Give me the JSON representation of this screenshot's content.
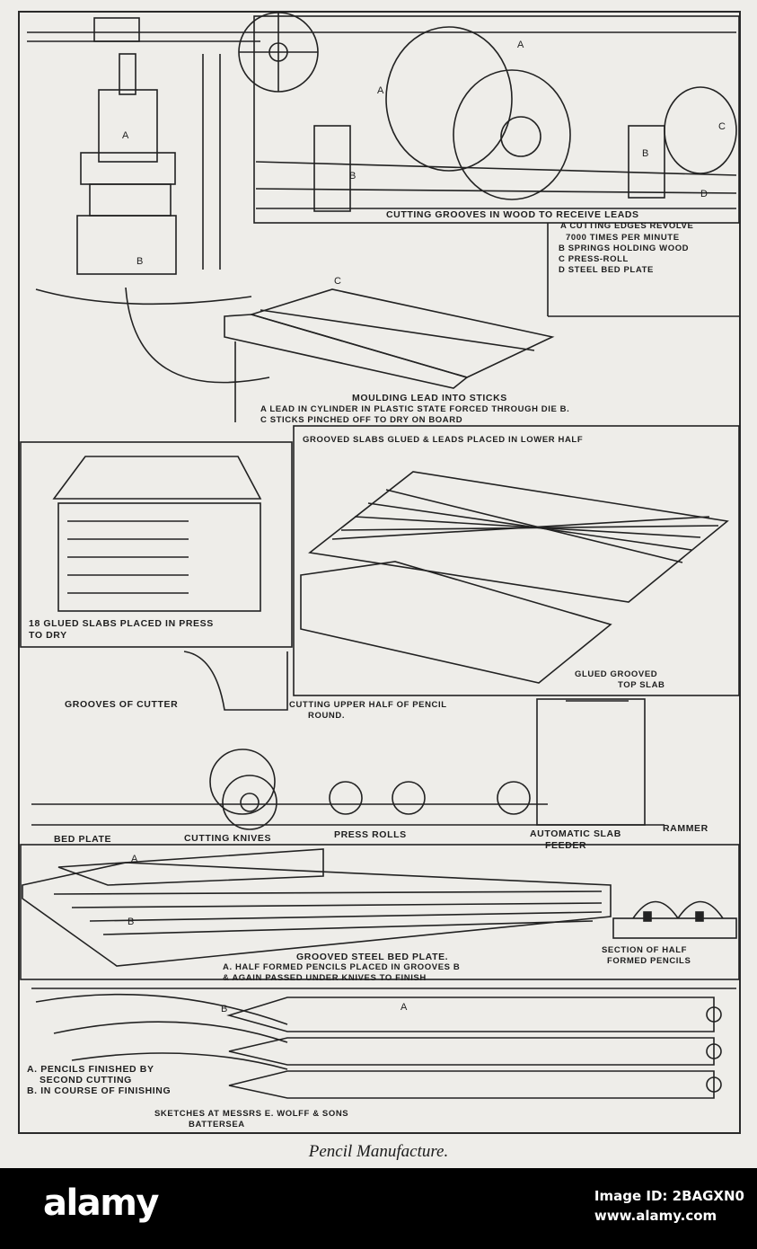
{
  "figure": {
    "caption": "Pencil Manufacture.",
    "panels": {
      "cutting_grooves": {
        "title": "CUTTING GROOVES IN WOOD TO RECEIVE LEADS",
        "notes": [
          "A CUTTING EDGES REVOLVE",
          "7000 TIMES PER MINUTE",
          "B SPRINGS HOLDING WOOD",
          "C PRESS-ROLL",
          "D STEEL BED PLATE"
        ],
        "letters": [
          "A",
          "A",
          "B",
          "B",
          "C",
          "D"
        ]
      },
      "moulding": {
        "title": "MOULDING LEAD INTO STICKS",
        "notes": [
          "A LEAD IN CYLINDER IN PLASTIC STATE FORCED THROUGH DIE B.",
          "C STICKS PINCHED OFF TO DRY ON BOARD"
        ],
        "letters": [
          "A",
          "B",
          "C"
        ]
      },
      "glued_slabs": {
        "title": "GROOVED SLABS GLUED & LEADS PLACED IN LOWER HALF",
        "top_slab": "GLUED GROOVED",
        "top_slab_2": "TOP SLAB"
      },
      "press": {
        "title": "18 GLUED SLABS PLACED IN PRESS",
        "title_2": "TO DRY"
      },
      "cutter": {
        "grooves_label": "GROOVES OF CUTTER",
        "upper_half_label": "CUTTING UPPER HALF OF PENCIL",
        "upper_half_label_2": "ROUND."
      },
      "machine": {
        "bed_plate": "BED PLATE",
        "cutting_knives": "CUTTING KNIVES",
        "press_rolls": "PRESS ROLLS",
        "slab_feeder": "AUTOMATIC SLAB",
        "slab_feeder_2": "FEEDER",
        "rammer": "RAMMER"
      },
      "bed_plate": {
        "title": "GROOVED STEEL BED PLATE.",
        "notes": [
          "A. HALF FORMED PENCILS PLACED IN GROOVES B",
          "& AGAIN PASSED UNDER KNIVES TO FINISH"
        ],
        "letters": [
          "A",
          "B"
        ],
        "section_label": "SECTION OF HALF",
        "section_label_2": "FORMED PENCILS"
      },
      "finishing": {
        "notes": [
          "A. PENCILS FINISHED BY",
          "SECOND CUTTING",
          "B. IN COURSE OF FINISHING"
        ],
        "letters": [
          "A",
          "B"
        ],
        "credit": "SKETCHES AT MESSRS E. WOLFF & SONS",
        "credit_2": "BATTERSEA"
      }
    }
  },
  "watermark": {
    "brand": "alamy",
    "image_id": "Image ID: 2BAGXN0",
    "site": "www.alamy.com"
  },
  "colors": {
    "ink": "#1e1e1e",
    "paper": "#eeede9",
    "bar": "#000000"
  }
}
